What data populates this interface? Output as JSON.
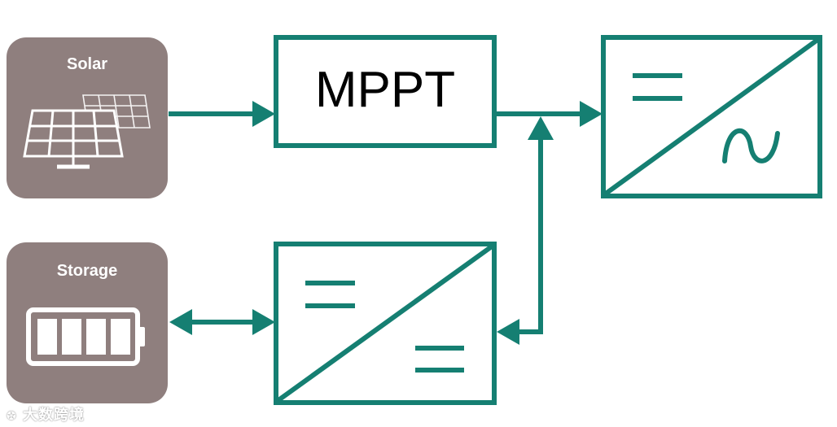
{
  "nodes": {
    "solar": {
      "label": "Solar"
    },
    "storage": {
      "label": "Storage"
    },
    "mppt": {
      "label": "MPPT"
    }
  },
  "watermark": {
    "text": "大数跨境"
  },
  "colors": {
    "line": "#157f72",
    "tile": "#8f7f7e",
    "icon": "#ffffff"
  },
  "icons": [
    "solar-panel-icon",
    "battery-icon",
    "dc-symbol-icon",
    "ac-symbol-icon"
  ]
}
